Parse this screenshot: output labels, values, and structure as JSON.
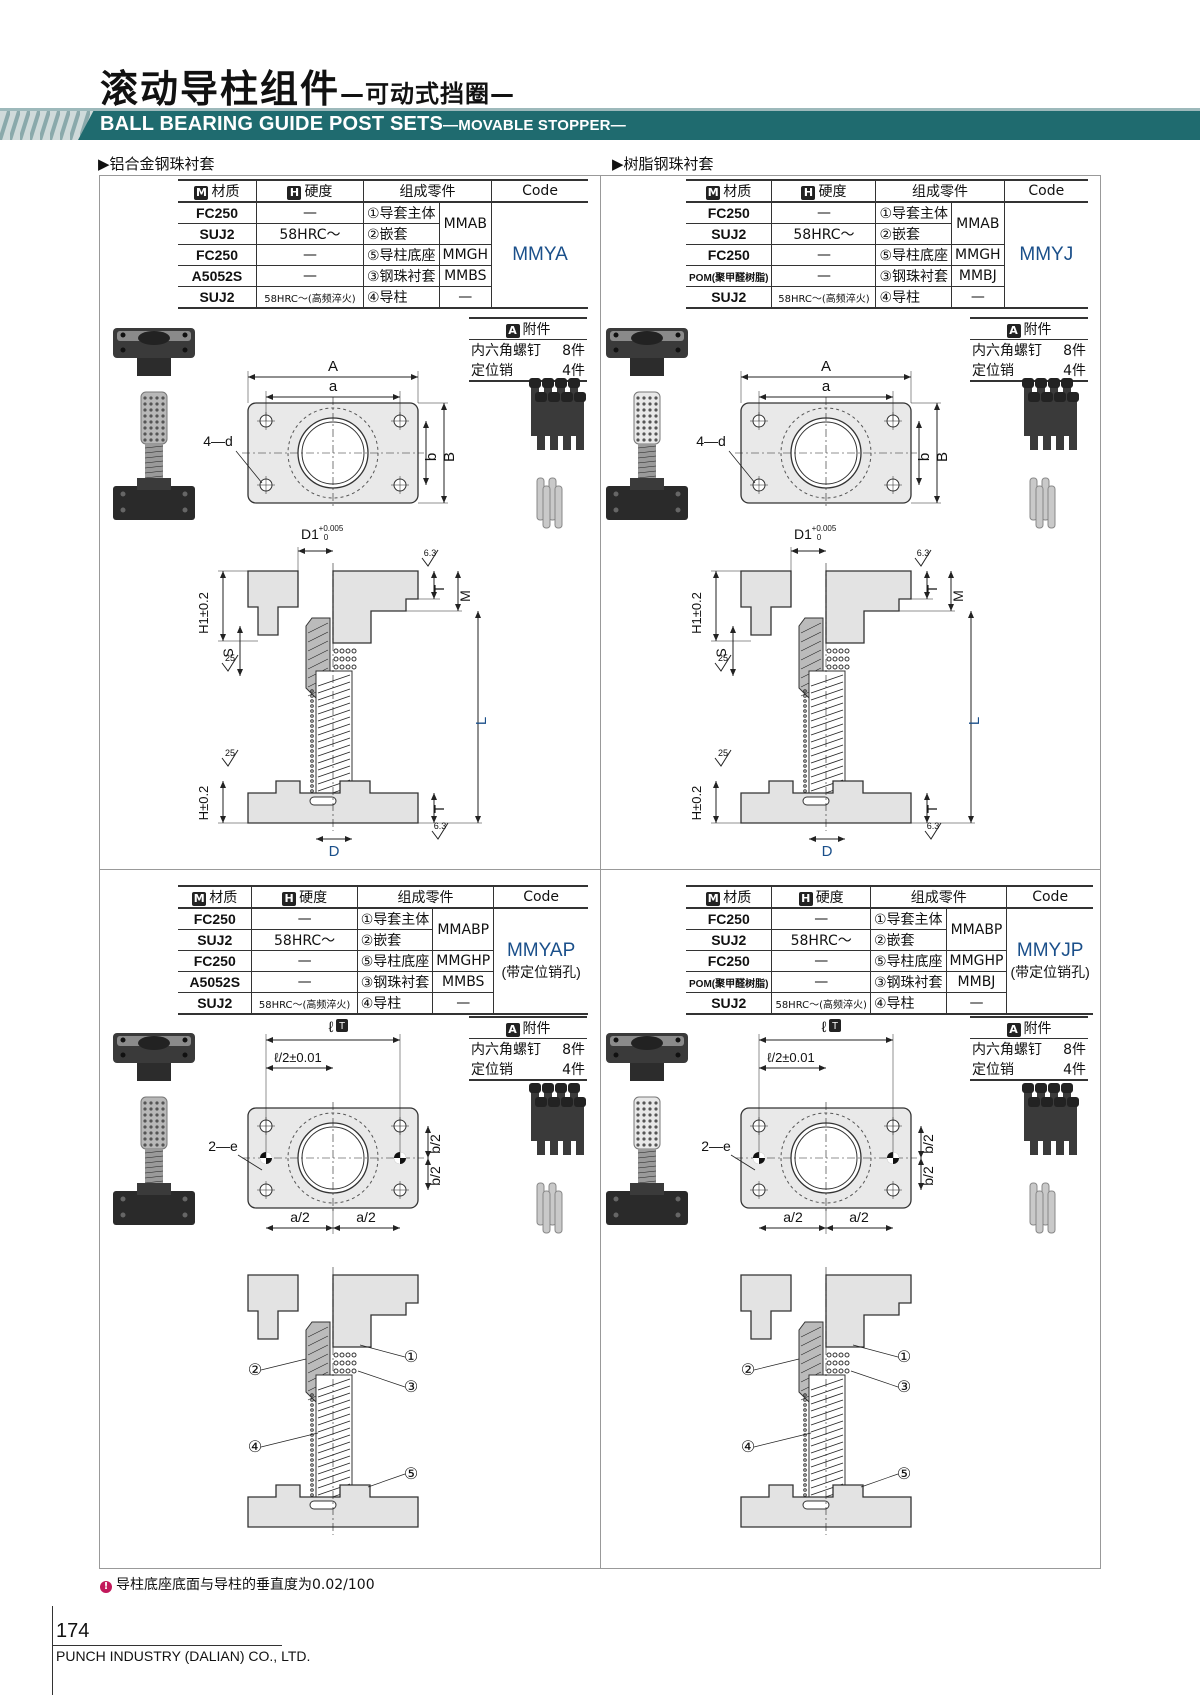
{
  "header": {
    "title_zh": "滚动导柱组件",
    "title_zh_sub": "—可动式挡圈—",
    "title_en": "BALL BEARING GUIDE POST SETS",
    "title_en_sub": "—MOVABLE STOPPER—",
    "banner_color": "#1f6b6f"
  },
  "sections": {
    "left_label": "▶铝合金钢珠衬套",
    "right_label": "▶树脂钢珠衬套"
  },
  "table_headers": {
    "material": "材质",
    "material_badge": "M",
    "hardness": "硬度",
    "hardness_badge": "H",
    "parts": "组成零件",
    "code": "Code"
  },
  "tables": [
    {
      "code": "MMYA",
      "code_note": "",
      "rows": [
        {
          "mat": "FC250",
          "hard": "—",
          "part": "①导套主体",
          "pcode": "MMAB"
        },
        {
          "mat": "SUJ2",
          "hard": "58HRC～",
          "part": "②嵌套",
          "pcode": ""
        },
        {
          "mat": "FC250",
          "hard": "—",
          "part": "⑤导柱底座",
          "pcode": "MMGH"
        },
        {
          "mat": "A5052S",
          "hard": "—",
          "part": "③钢珠衬套",
          "pcode": "MMBS"
        },
        {
          "mat": "SUJ2",
          "hard": "58HRC～(高频淬火)",
          "part": "④导柱",
          "pcode": "—"
        }
      ]
    },
    {
      "code": "MMYJ",
      "code_note": "",
      "rows": [
        {
          "mat": "FC250",
          "hard": "—",
          "part": "①导套主体",
          "pcode": "MMAB"
        },
        {
          "mat": "SUJ2",
          "hard": "58HRC～",
          "part": "②嵌套",
          "pcode": ""
        },
        {
          "mat": "FC250",
          "hard": "—",
          "part": "⑤导柱底座",
          "pcode": "MMGH"
        },
        {
          "mat": "POM(聚甲醛树脂)",
          "hard": "—",
          "part": "③钢珠衬套",
          "pcode": "MMBJ"
        },
        {
          "mat": "SUJ2",
          "hard": "58HRC～(高频淬火)",
          "part": "④导柱",
          "pcode": "—"
        }
      ]
    },
    {
      "code": "MMYAP",
      "code_note": "(带定位销孔)",
      "rows": [
        {
          "mat": "FC250",
          "hard": "—",
          "part": "①导套主体",
          "pcode": "MMABP"
        },
        {
          "mat": "SUJ2",
          "hard": "58HRC～",
          "part": "②嵌套",
          "pcode": ""
        },
        {
          "mat": "FC250",
          "hard": "—",
          "part": "⑤导柱底座",
          "pcode": "MMGHP"
        },
        {
          "mat": "A5052S",
          "hard": "—",
          "part": "③钢珠衬套",
          "pcode": "MMBS"
        },
        {
          "mat": "SUJ2",
          "hard": "58HRC～(高频淬火)",
          "part": "④导柱",
          "pcode": "—"
        }
      ]
    },
    {
      "code": "MMYJP",
      "code_note": "(带定位销孔)",
      "rows": [
        {
          "mat": "FC250",
          "hard": "—",
          "part": "①导套主体",
          "pcode": "MMABP"
        },
        {
          "mat": "SUJ2",
          "hard": "58HRC～",
          "part": "②嵌套",
          "pcode": ""
        },
        {
          "mat": "FC250",
          "hard": "—",
          "part": "⑤导柱底座",
          "pcode": "MMGHP"
        },
        {
          "mat": "POM(聚甲醛树脂)",
          "hard": "—",
          "part": "③钢珠衬套",
          "pcode": "MMBJ"
        },
        {
          "mat": "SUJ2",
          "hard": "58HRC～(高频淬火)",
          "part": "④导柱",
          "pcode": "—"
        }
      ]
    }
  ],
  "accessories": {
    "badge": "A",
    "title": "附件",
    "items": [
      {
        "name": "内六角螺钉",
        "qty": "8件"
      },
      {
        "name": "定位销",
        "qty": "4件"
      }
    ]
  },
  "dims": {
    "A": "A",
    "a": "a",
    "B": "B",
    "b": "b",
    "hole": "4—d",
    "D1": "D1",
    "D1_tol": "+0.005",
    "D1_tol0": "0",
    "H1": "H1±0.2",
    "H": "H±0.2",
    "S": "S",
    "T": "T",
    "M": "M",
    "L": "L",
    "D": "D",
    "rough_63": "6.3",
    "rough_25": "25",
    "l": "ℓ",
    "l_badge": "T",
    "l_half": "ℓ/2±0.01",
    "pin_hole": "2—e",
    "b_half": "b/2",
    "a_half": "a/2",
    "callouts": [
      "①",
      "②",
      "③",
      "④",
      "⑤"
    ]
  },
  "footer": {
    "note": "导柱底座底面与导柱的垂直度为0.02/100",
    "page_number": "174",
    "company": "PUNCH INDUSTRY (DALIAN) CO., LTD."
  }
}
